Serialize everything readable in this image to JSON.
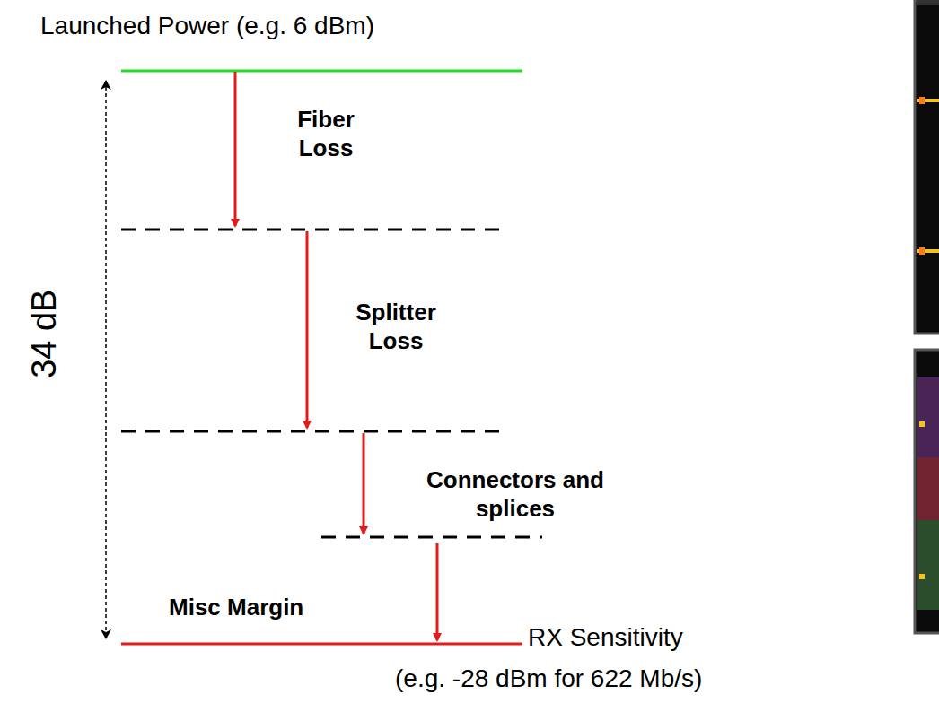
{
  "diagram": {
    "labels": [
      "Launched Power (e.g. 6 dBm)",
      "34 dB",
      "Fiber Loss",
      "Splitter Loss",
      "Connectors and splices",
      "Misc Margin",
      "RX Sensitivity",
      "(e.g. -28 dBm for 622 Mb/s)"
    ]
  }
}
